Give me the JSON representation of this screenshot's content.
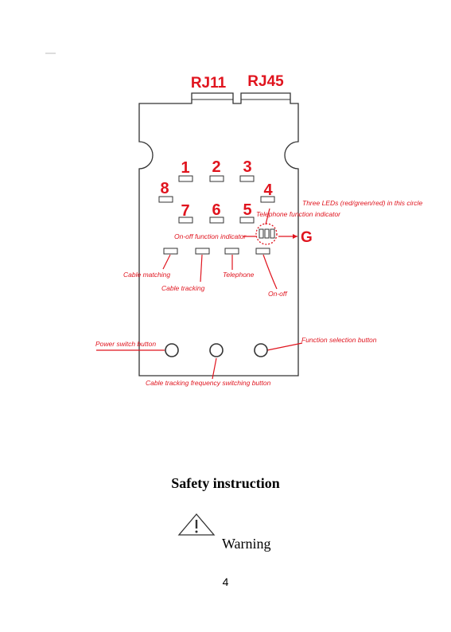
{
  "diagram": {
    "ports": {
      "rj11": "RJ11",
      "rj45": "RJ45"
    },
    "numbers": [
      "1",
      "2",
      "3",
      "4",
      "5",
      "6",
      "7",
      "8"
    ],
    "g_label": "G",
    "callouts": {
      "three_leds": "Three LEDs (red/green/red) in this circle",
      "telephone_indicator": "Telephone function indicator",
      "onoff_indicator": "On-off function indicator",
      "cable_matching": "Cable matching",
      "cable_tracking": "Cable tracking",
      "telephone": "Telephone",
      "onoff": "On-off",
      "power_switch": "Power switch button",
      "function_selection": "Function selection button",
      "frequency_switch": "Cable tracking frequency switching button"
    }
  },
  "section": {
    "title": "Safety instruction",
    "warning": "Warning"
  },
  "page_number": "4",
  "colors": {
    "accent": "#e0141e",
    "outline": "#333333"
  }
}
